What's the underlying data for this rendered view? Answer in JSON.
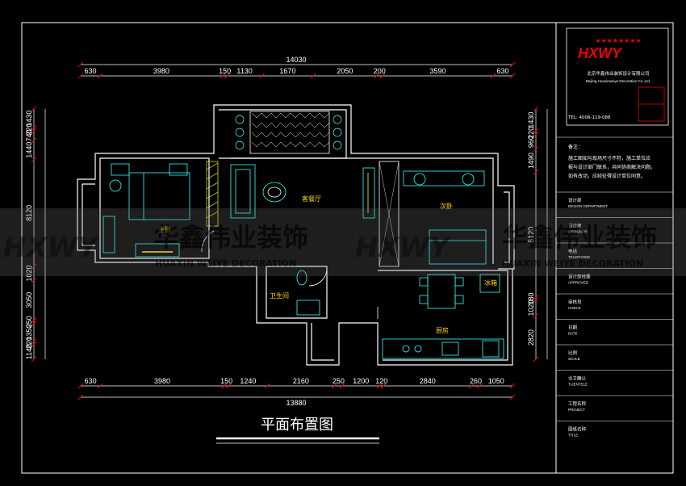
{
  "company": {
    "logo": "HXWY",
    "name_cn": "北京华鑫伟业装饰设计有限公司",
    "name_en": "Beijing Huaxinweiye Decoration Co.,Ltd.",
    "tel": "TEL: 4006-119-088"
  },
  "notes": {
    "title": "备注：",
    "lines": [
      "施工图如与现场尺寸不符，施工单位应",
      "报与设计部门联系，共同协商解决问题。",
      "如有改动，应经征得设计单位同意。"
    ]
  },
  "title_block": [
    {
      "cn": "设计部",
      "en": "DESIGN DEPARTMENT"
    },
    {
      "cn": "设计师",
      "en": "DESIGNER"
    },
    {
      "cn": "电话",
      "en": "TELEPHONE"
    },
    {
      "cn": "设计部经理",
      "en": "APPROVED"
    },
    {
      "cn": "审核员",
      "en": "CHECK"
    },
    {
      "cn": "日期",
      "en": "DATE"
    },
    {
      "cn": "比例",
      "en": "SCALE"
    },
    {
      "cn": "业主确认",
      "en": "TLIENTELE"
    },
    {
      "cn": "工程名称",
      "en": "PROJECT"
    },
    {
      "cn": "图纸名称",
      "en": "TITLE"
    }
  ],
  "dims_top_total": "14030",
  "dims_top": [
    "630",
    "3980",
    "150",
    "1130",
    "1670",
    "2050",
    "200",
    "3590",
    "630"
  ],
  "dims_bottom_total": "13880",
  "dims_bottom": [
    "630",
    "3980",
    "150",
    "1240",
    "2160",
    "250",
    "1200",
    "120",
    "2840",
    "260",
    "1050"
  ],
  "dims_left": [
    "1430",
    "220",
    "740",
    "1440",
    "8120",
    "1020",
    "3050",
    "250",
    "1350",
    "220",
    "1140"
  ],
  "dims_right": [
    "1430",
    "220",
    "960",
    "1490",
    "8120",
    "180",
    "1020",
    "2820"
  ],
  "rooms": {
    "master": "主卧",
    "living": "客餐厅",
    "second": "次卧",
    "bath": "卫生间",
    "kitchen": "厨房",
    "fridge": "冰箱"
  },
  "watermark": {
    "logo": "HXWY",
    "cn": "华鑫伟业装饰",
    "en": "HUAXIN WEIYE DECORATION"
  },
  "drawing_title": "平面布置图"
}
